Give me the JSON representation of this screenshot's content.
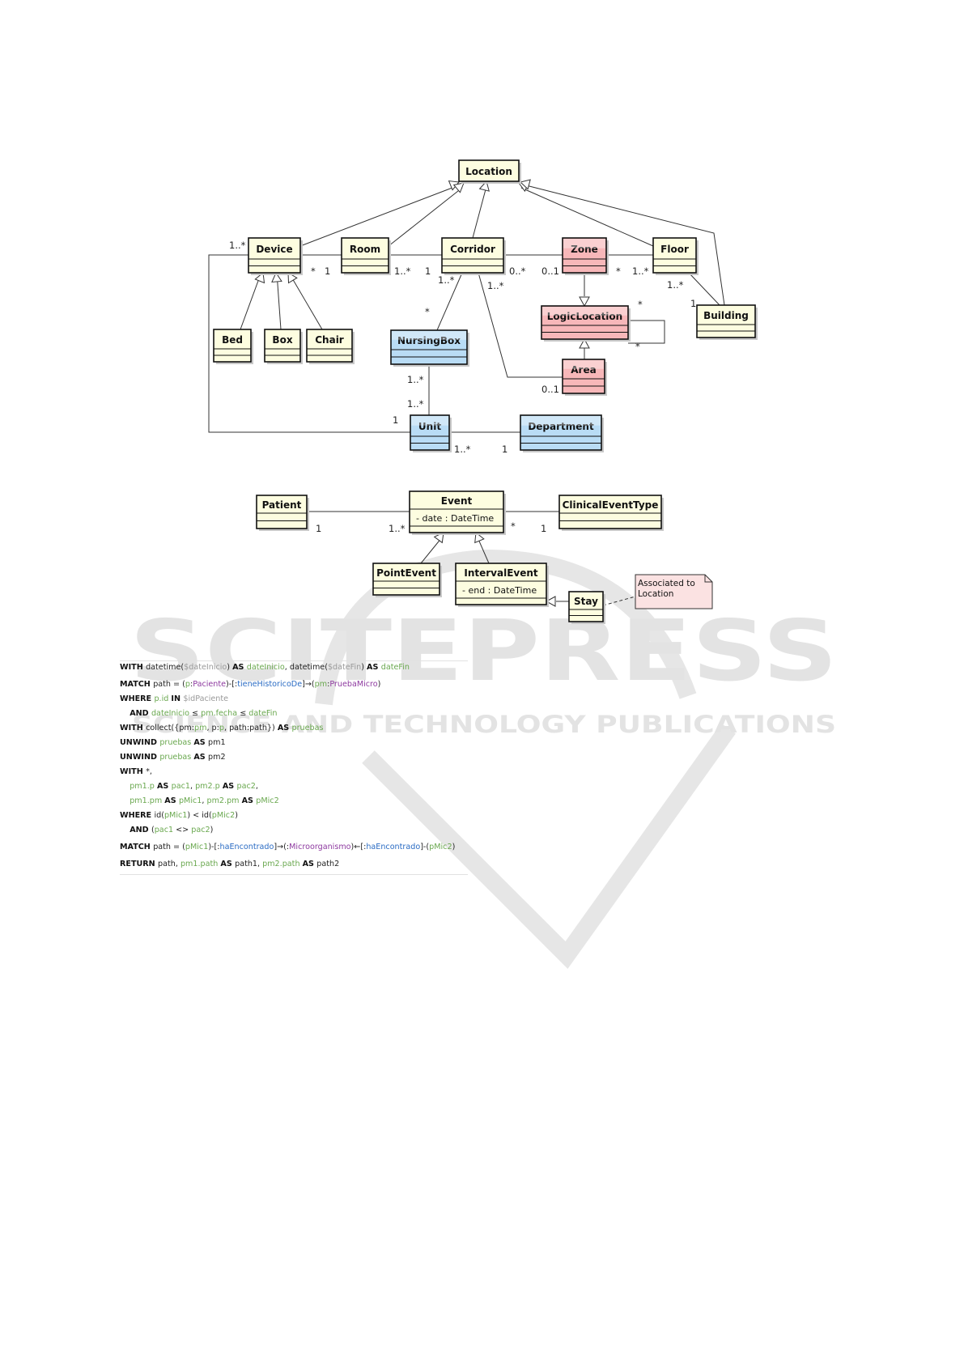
{
  "location_diagram": {
    "classes": [
      {
        "id": "location",
        "name": "Location"
      },
      {
        "id": "device",
        "name": "Device"
      },
      {
        "id": "room",
        "name": "Room"
      },
      {
        "id": "corridor",
        "name": "Corridor"
      },
      {
        "id": "zone",
        "name": "Zone"
      },
      {
        "id": "floor",
        "name": "Floor"
      },
      {
        "id": "bed",
        "name": "Bed"
      },
      {
        "id": "box",
        "name": "Box"
      },
      {
        "id": "chair",
        "name": "Chair"
      },
      {
        "id": "nursingbox",
        "name": "NursingBox"
      },
      {
        "id": "logiclocation",
        "name": "LogicLocation"
      },
      {
        "id": "building",
        "name": "Building"
      },
      {
        "id": "area",
        "name": "Area"
      },
      {
        "id": "unit",
        "name": "Unit"
      },
      {
        "id": "department",
        "name": "Department"
      }
    ],
    "multiplicities": [
      {
        "id": "m_dev_unit",
        "text": "1..*"
      },
      {
        "id": "m_dev_room_a",
        "text": "*"
      },
      {
        "id": "m_dev_room_b",
        "text": "1"
      },
      {
        "id": "m_room_cor_a",
        "text": "1..*"
      },
      {
        "id": "m_room_cor_b",
        "text": "1"
      },
      {
        "id": "m_cor_zone_a",
        "text": "0..*"
      },
      {
        "id": "m_cor_zone_b",
        "text": "0..1"
      },
      {
        "id": "m_zone_floor_a",
        "text": "*"
      },
      {
        "id": "m_zone_floor_b",
        "text": "1..*"
      },
      {
        "id": "m_cor_nb_a",
        "text": "1..*"
      },
      {
        "id": "m_cor_nb_b",
        "text": "*"
      },
      {
        "id": "m_cor_area",
        "text": "1..*"
      },
      {
        "id": "m_area_cor",
        "text": "0..1"
      },
      {
        "id": "m_floor_bld_a",
        "text": "1..*"
      },
      {
        "id": "m_floor_bld_b",
        "text": "1"
      },
      {
        "id": "m_ll_self_a",
        "text": "*"
      },
      {
        "id": "m_ll_self_b",
        "text": "*"
      },
      {
        "id": "m_nb_unit_a",
        "text": "1..*"
      },
      {
        "id": "m_nb_unit_b",
        "text": "1..*"
      },
      {
        "id": "m_unit_dev",
        "text": "1"
      },
      {
        "id": "m_unit_dept_a",
        "text": "1..*"
      },
      {
        "id": "m_unit_dept_b",
        "text": "1"
      }
    ]
  },
  "event_diagram": {
    "classes": [
      {
        "id": "patient",
        "name": "Patient"
      },
      {
        "id": "event",
        "name": "Event",
        "attribute": "- date : DateTime"
      },
      {
        "id": "clinicaleventtype",
        "name": "ClinicalEventType"
      },
      {
        "id": "pointevent",
        "name": "PointEvent"
      },
      {
        "id": "intervalevent",
        "name": "IntervalEvent",
        "attribute": "- end : DateTime"
      },
      {
        "id": "stay",
        "name": "Stay"
      }
    ],
    "multiplicities": [
      {
        "id": "m_pat_1",
        "text": "1"
      },
      {
        "id": "m_pat_ev",
        "text": "1..*"
      },
      {
        "id": "m_ev_cet_a",
        "text": "*"
      },
      {
        "id": "m_ev_cet_b",
        "text": "1"
      }
    ],
    "note": "Associated to Location"
  },
  "query": {
    "lines": [
      [
        [
          "kw",
          "WITH "
        ],
        [
          "",
          "datetime("
        ],
        [
          "prm",
          "$dateInicio"
        ],
        [
          "",
          ") "
        ],
        [
          "kw",
          "AS "
        ],
        [
          "id",
          "dateInicio"
        ],
        [
          "",
          ", datetime("
        ],
        [
          "prm",
          "$dateFin"
        ],
        [
          "",
          ") "
        ],
        [
          "kw",
          "AS "
        ],
        [
          "id",
          "dateFin"
        ]
      ],
      [
        [
          "kw",
          "MATCH "
        ],
        [
          "",
          "path = ("
        ],
        [
          "id",
          "p"
        ],
        [
          "",
          ":"
        ],
        [
          "lab",
          "Paciente"
        ],
        [
          "",
          ")-[:"
        ],
        [
          "rel",
          "tieneHistoricoDe"
        ],
        [
          "",
          "]→("
        ],
        [
          "id",
          "pm"
        ],
        [
          "",
          ":"
        ],
        [
          "lab",
          "PruebaMicro"
        ],
        [
          "",
          ")"
        ]
      ],
      [
        [
          "kw",
          "WHERE "
        ],
        [
          "id",
          "p.id "
        ],
        [
          "kw",
          "IN "
        ],
        [
          "prm",
          "$idPaciente"
        ]
      ],
      [
        [
          "",
          "    "
        ],
        [
          "kw",
          "AND "
        ],
        [
          "id",
          "dateInicio "
        ],
        [
          "",
          "≤ "
        ],
        [
          "id",
          "pm.fecha "
        ],
        [
          "",
          "≤ "
        ],
        [
          "id",
          "dateFin"
        ]
      ],
      [
        [
          "kw",
          "WITH "
        ],
        [
          "",
          "collect({pm:"
        ],
        [
          "id",
          "pm"
        ],
        [
          "",
          ", p:"
        ],
        [
          "id",
          "p"
        ],
        [
          "",
          ", path:path}) "
        ],
        [
          "kw",
          "AS "
        ],
        [
          "id",
          "pruebas"
        ]
      ],
      [
        [
          "kw",
          "UNWIND "
        ],
        [
          "id",
          "pruebas "
        ],
        [
          "kw",
          "AS "
        ],
        [
          "",
          "pm1"
        ]
      ],
      [
        [
          "kw",
          "UNWIND "
        ],
        [
          "id",
          "pruebas "
        ],
        [
          "kw",
          "AS "
        ],
        [
          "",
          "pm2"
        ]
      ],
      [
        [
          "kw",
          "WITH "
        ],
        [
          "",
          "*,"
        ]
      ],
      [
        [
          "",
          "    "
        ],
        [
          "id",
          "pm1.p "
        ],
        [
          "kw",
          "AS "
        ],
        [
          "id",
          "pac1"
        ],
        [
          "",
          ", "
        ],
        [
          "id",
          "pm2.p "
        ],
        [
          "kw",
          "AS "
        ],
        [
          "id",
          "pac2"
        ],
        [
          "",
          ","
        ]
      ],
      [
        [
          "",
          "    "
        ],
        [
          "id",
          "pm1.pm "
        ],
        [
          "kw",
          "AS "
        ],
        [
          "id",
          "pMic1"
        ],
        [
          "",
          ", "
        ],
        [
          "id",
          "pm2.pm "
        ],
        [
          "kw",
          "AS "
        ],
        [
          "id",
          "pMic2"
        ]
      ],
      [
        [
          "kw",
          "WHERE "
        ],
        [
          "",
          "id("
        ],
        [
          "id",
          "pMic1"
        ],
        [
          "",
          ") < id("
        ],
        [
          "id",
          "pMic2"
        ],
        [
          "",
          ")"
        ]
      ],
      [
        [
          "",
          "    "
        ],
        [
          "kw",
          "AND "
        ],
        [
          "",
          "("
        ],
        [
          "id",
          "pac1 "
        ],
        [
          "",
          "<> "
        ],
        [
          "id",
          "pac2"
        ],
        [
          "",
          ")"
        ]
      ],
      [
        [
          "kw",
          "MATCH "
        ],
        [
          "",
          "path = ("
        ],
        [
          "id",
          "pMic1"
        ],
        [
          "",
          ")-[:"
        ],
        [
          "rel",
          "haEncontrado"
        ],
        [
          "",
          "]→(:"
        ],
        [
          "lab",
          "Microorganismo"
        ],
        [
          "",
          ")←[:"
        ],
        [
          "rel",
          "haEncontrado"
        ],
        [
          "",
          "]-("
        ],
        [
          "id",
          "pMic2"
        ],
        [
          "",
          ")"
        ]
      ],
      [
        [
          "kw",
          "RETURN "
        ],
        [
          "",
          "path, "
        ],
        [
          "id",
          "pm1.path "
        ],
        [
          "kw",
          "AS "
        ],
        [
          "",
          "path1, "
        ],
        [
          "id",
          "pm2.path "
        ],
        [
          "kw",
          "AS "
        ],
        [
          "",
          "path2"
        ]
      ]
    ]
  },
  "watermark": {
    "word": "SCITEPRESS",
    "tagline": "SCIENCE AND TECHNOLOGY PUBLICATIONS"
  },
  "colors": {
    "yellow_class": "#fdfde0",
    "red_class": "#f7b7b9",
    "blue_class": "#b9dcf5",
    "watermark": "#e3e3e3"
  }
}
